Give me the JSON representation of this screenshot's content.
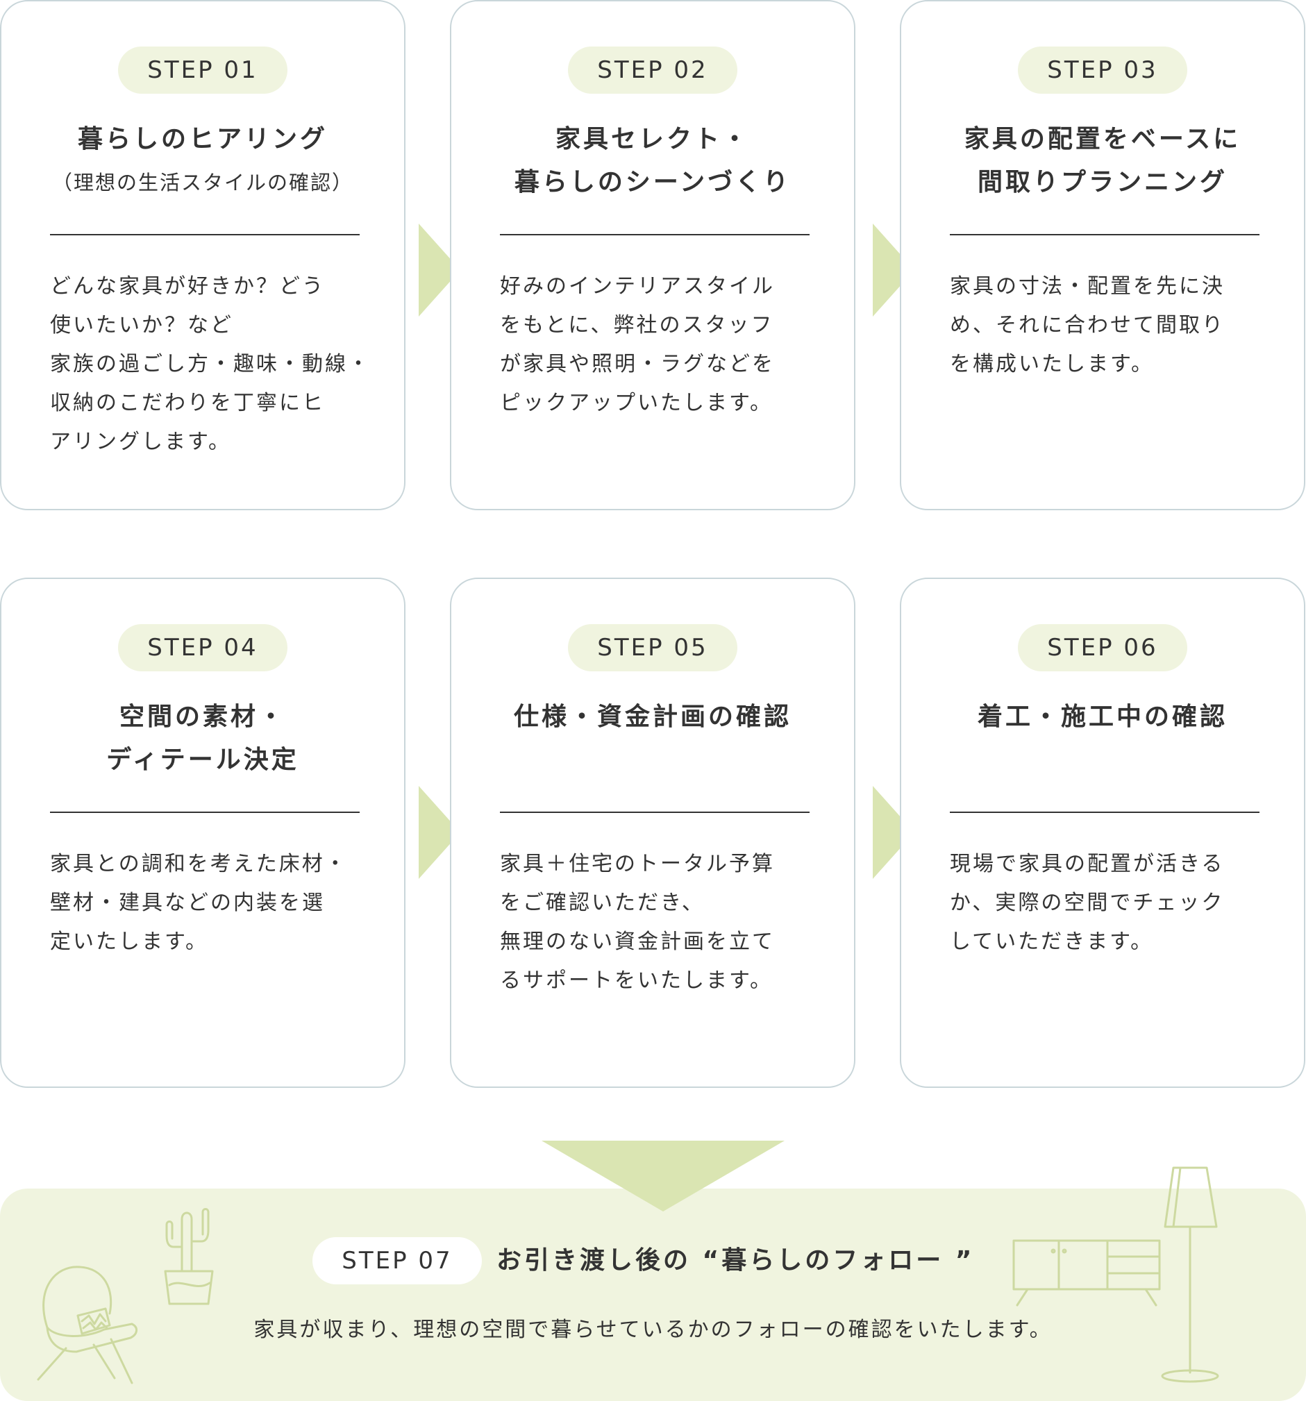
{
  "steps": [
    {
      "label": "STEP 01",
      "title": [
        "暮らしのヒアリング"
      ],
      "subtitle": "（理想の生活スタイルの確認）",
      "body": [
        "どんな家具が好きか？どう",
        "使いたいか？など",
        "家族の過ごし方・趣味・動線・",
        "収納のこだわりを丁寧にヒ",
        "アリングします。"
      ]
    },
    {
      "label": "STEP 02",
      "title": [
        "家具セレクト・",
        "暮らしのシーンづくり"
      ],
      "body": [
        "好みのインテリアスタイル",
        "をもとに、弊社のスタッフ",
        "が家具や照明・ラグなどを",
        "ピックアップいたします。"
      ]
    },
    {
      "label": "STEP 03",
      "title": [
        "家具の配置をベースに",
        "間取りプランニング"
      ],
      "body": [
        "家具の寸法・配置を先に決",
        "め、それに合わせて間取り",
        "を構成いたします。"
      ]
    },
    {
      "label": "STEP 04",
      "title": [
        "空間の素材・",
        "ディテール決定"
      ],
      "body": [
        "家具との調和を考えた床材・",
        "壁材・建具などの内装を選",
        "定いたします。"
      ]
    },
    {
      "label": "STEP 05",
      "title": [
        "仕様・資金計画の確認"
      ],
      "body": [
        "家具＋住宅のトータル予算",
        "をご確認いただき、",
        "無理のない資金計画を立て",
        "るサポートをいたします。"
      ]
    },
    {
      "label": "STEP 06",
      "title": [
        "着工・施工中の確認"
      ],
      "body": [
        "現場で家具の配置が活きる",
        "か、実際の空間でチェック",
        "していただきます。"
      ]
    }
  ],
  "final": {
    "label": "STEP 07",
    "title": "お引き渡し後の “暮らしのフォロー ”",
    "body": "家具が収まり、理想の空間で暮らせているかのフォローの確認をいたします。"
  },
  "colors": {
    "accent": "#dae5b2",
    "pale": "#f0f4df",
    "border": "#c9d6da",
    "text": "#333333"
  }
}
